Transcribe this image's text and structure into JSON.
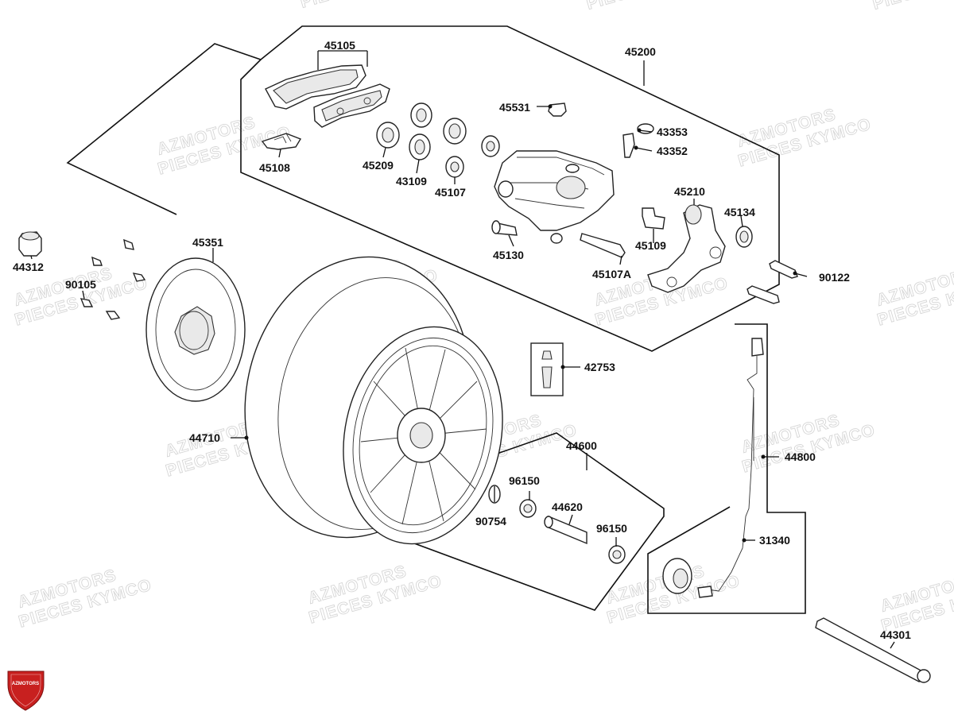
{
  "watermark": {
    "line1": "AZMOTORS",
    "line2": "PIECES KYMCO"
  },
  "logo": {
    "text": "AZMOTORS",
    "color": "#c8201f"
  },
  "parts": {
    "p45105": "45105",
    "p45200": "45200",
    "p45531": "45531",
    "p43353": "43353",
    "p43352": "43352",
    "p45108": "45108",
    "p45209": "45209",
    "p43109": "43109",
    "p45107": "45107",
    "p45210": "45210",
    "p45134": "45134",
    "p45130": "45130",
    "p45109": "45109",
    "p45107a": "45107A",
    "p90122": "90122",
    "p44312": "44312",
    "p45351": "45351",
    "p90105": "90105",
    "p42753": "42753",
    "p44710": "44710",
    "p44600": "44600",
    "p44800": "44800",
    "p96150a": "96150",
    "p90754": "90754",
    "p44620": "44620",
    "p96150b": "96150",
    "p31340": "31340",
    "p44301": "44301"
  }
}
